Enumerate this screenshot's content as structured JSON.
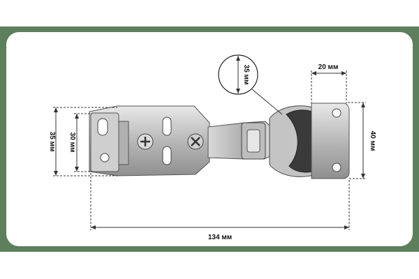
{
  "dimensions": {
    "total_length": "134 мм",
    "height_outer": "35 мм",
    "height_inner": "30 мм",
    "cup_diameter": "35 мм",
    "plate_width": "20 мм",
    "plate_height": "40 мм"
  },
  "colors": {
    "frame": "#5d7f5b",
    "panel": "#ffffff",
    "metal": "#c9c9c9",
    "dark_cup": "#3a3a3a"
  }
}
